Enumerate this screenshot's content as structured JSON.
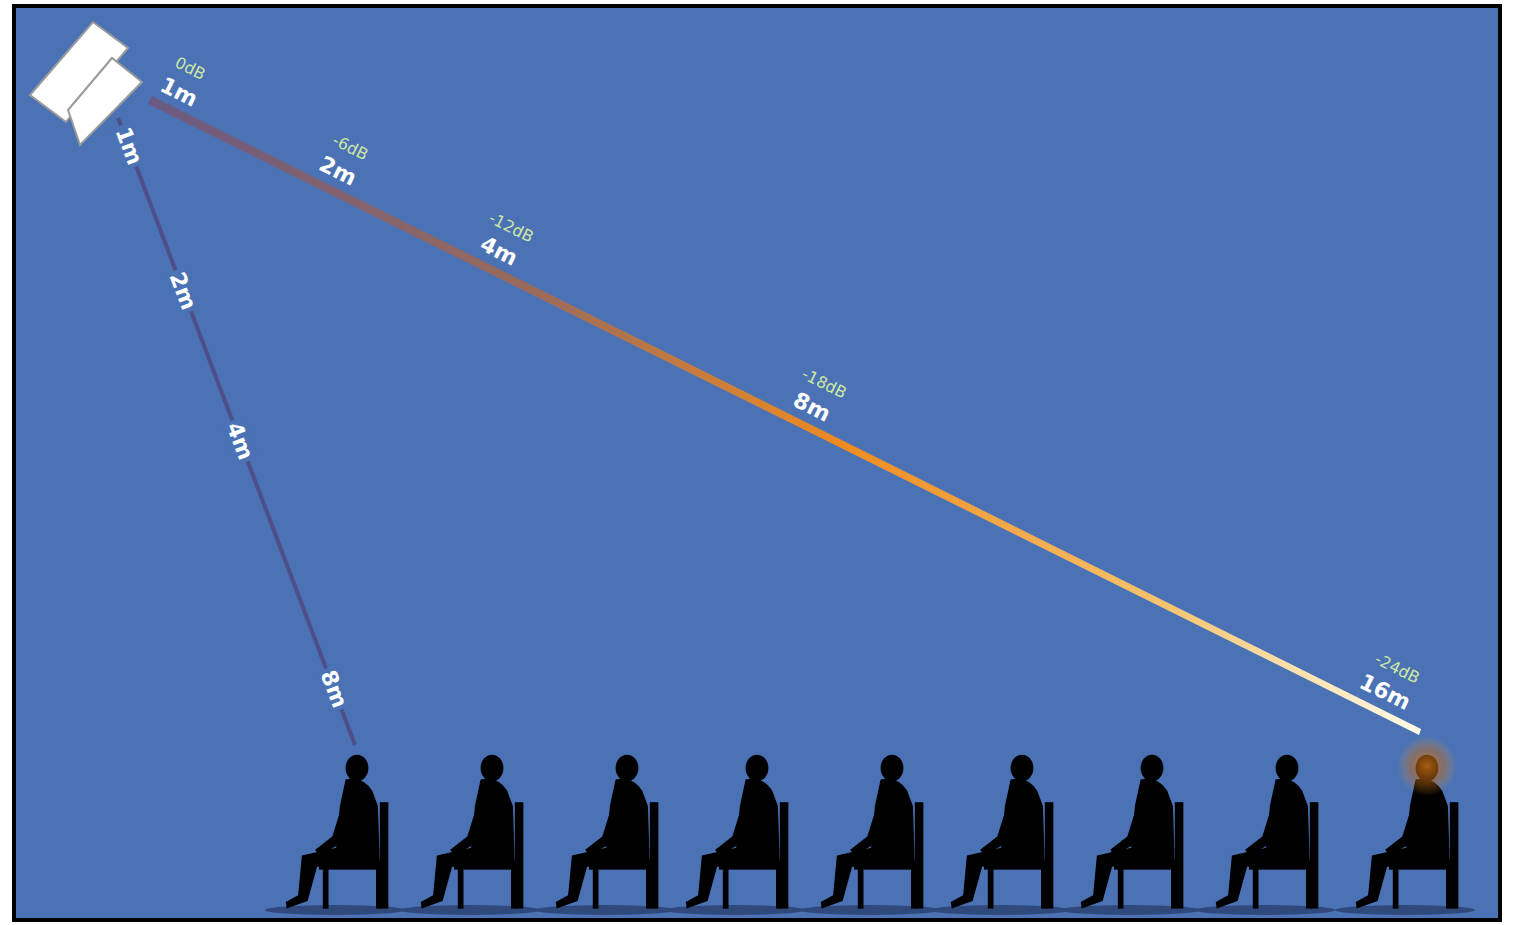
{
  "diagram": {
    "labels": [
      "0dB",
      "1m",
      "1m",
      "-6dB",
      "2m",
      "2m",
      "-12dB",
      "4m",
      "4m",
      "-18dB",
      "8m",
      "8m",
      "-24dB",
      "16m"
    ]
  }
}
